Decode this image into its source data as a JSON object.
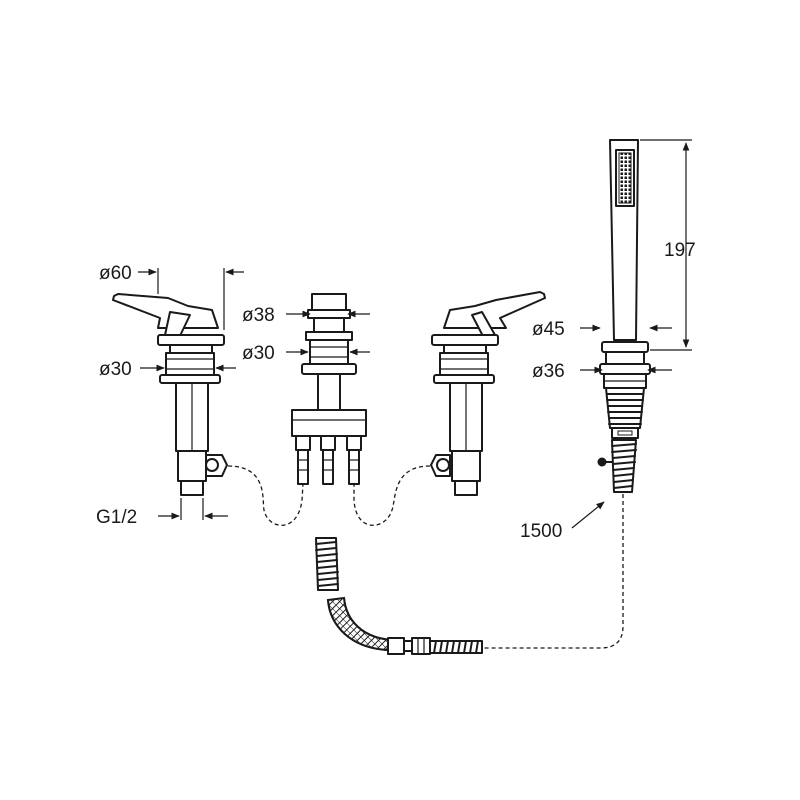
{
  "dimensions": {
    "mixer_left_top_diameter": "ø60",
    "mixer_left_body_diameter": "ø30",
    "mixer_left_thread": "G1/2",
    "spout_top_diameter": "ø38",
    "spout_body_diameter": "ø30",
    "shower_holder_diameter": "ø45",
    "shower_body_diameter": "ø36",
    "shower_height": "197",
    "hose_length": "1500"
  },
  "colors": {
    "line": "#1a1a1a",
    "background": "#ffffff"
  }
}
